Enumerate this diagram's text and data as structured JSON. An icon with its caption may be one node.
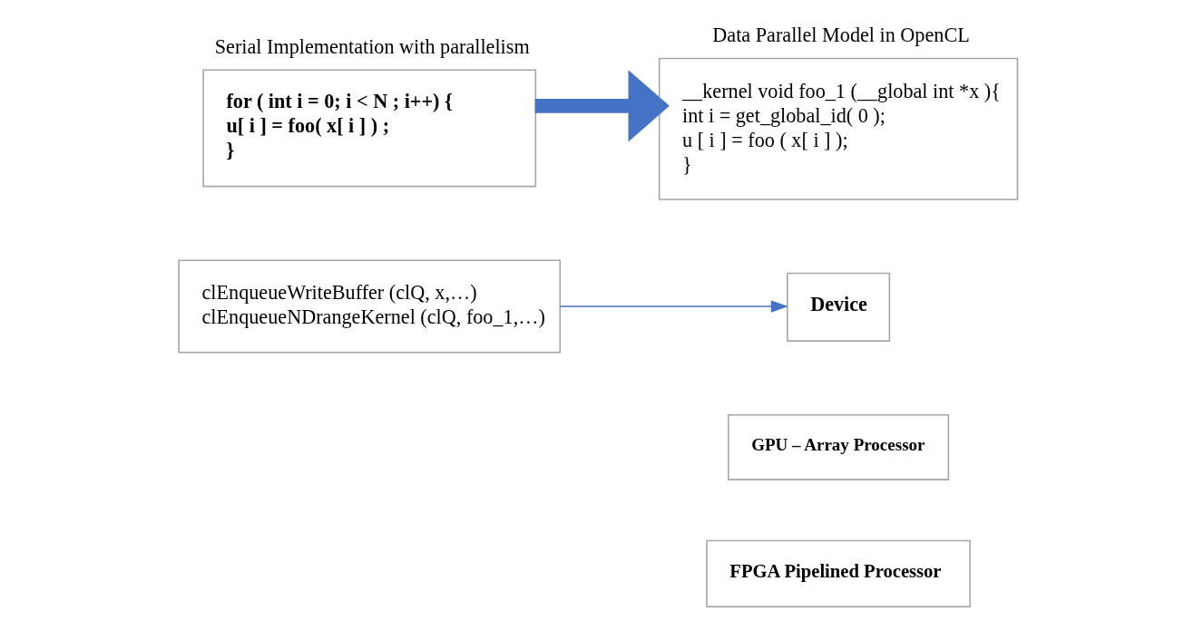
{
  "diagram": {
    "nodes": [
      {
        "text": [
          "Serial Implementation with parallelism",
          "**for ( int i = 0; i < N ; i++) {**",
          "**u[ i ] = foo( x[ i ] ) ;**",
          "**}**"
        ]
      },
      {
        "text": [
          "Data Parallel Model in OpenCL",
          "__kernel void foo_1 (__global int *x ){",
          "int i = get_global_id( 0 );",
          "u [ i ] = foo ( x[ i ] );",
          "}"
        ]
      },
      {
        "text": [
          "clEnqueueWriteBuffer (clQ, x,…)",
          "clEnqueueNDrangeKernel (clQ, foo_1,…)"
        ]
      },
      {
        "text": [
          "**Device**"
        ]
      },
      {
        "text": [
          "**GPU – Array Processor**"
        ]
      },
      {
        "text": [
          "**FPGA Pipelined Processor**"
        ]
      }
    ],
    "edges": [
      {
        "from": 0,
        "to": 1,
        "arrow": "to",
        "style": "thick"
      },
      {
        "from": 2,
        "to": 3,
        "arrow": "to"
      }
    ]
  }
}
